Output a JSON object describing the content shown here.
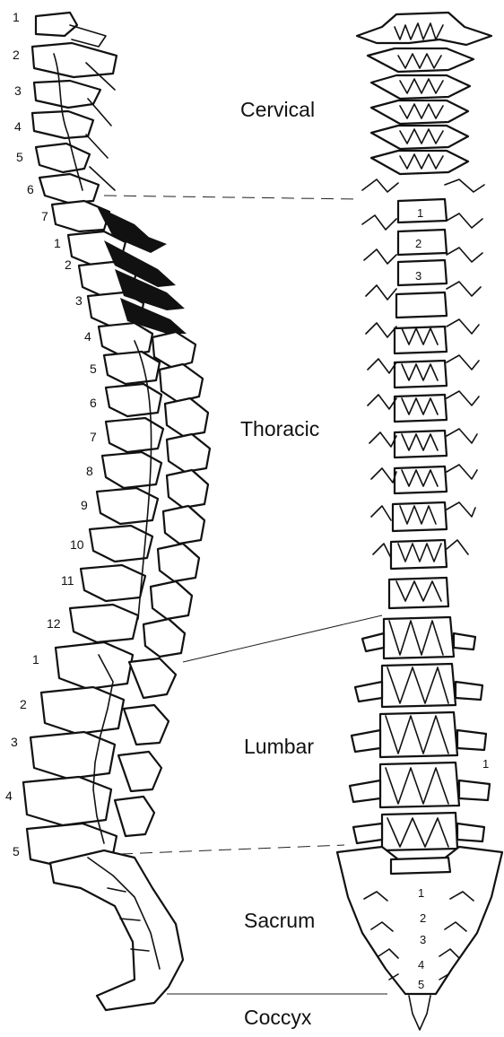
{
  "regions": {
    "cervical": "Cervical",
    "thoracic": "Thoracic",
    "lumbar": "Lumbar",
    "sacrum": "Sacrum",
    "coccyx": "Coccyx"
  },
  "lateral_numbers": {
    "cervical": [
      "1",
      "2",
      "3",
      "4",
      "5",
      "6",
      "7"
    ],
    "thoracic": [
      "1",
      "2",
      "3",
      "4",
      "5",
      "6",
      "7",
      "8",
      "9",
      "10",
      "11",
      "12"
    ],
    "lumbar": [
      "1",
      "2",
      "3",
      "4",
      "5"
    ]
  },
  "anterior_numbers": {
    "thoracic": [
      "1",
      "2",
      "3"
    ],
    "lumbar": [
      "1"
    ],
    "sacral": [
      "1",
      "2",
      "3",
      "4",
      "5"
    ]
  }
}
